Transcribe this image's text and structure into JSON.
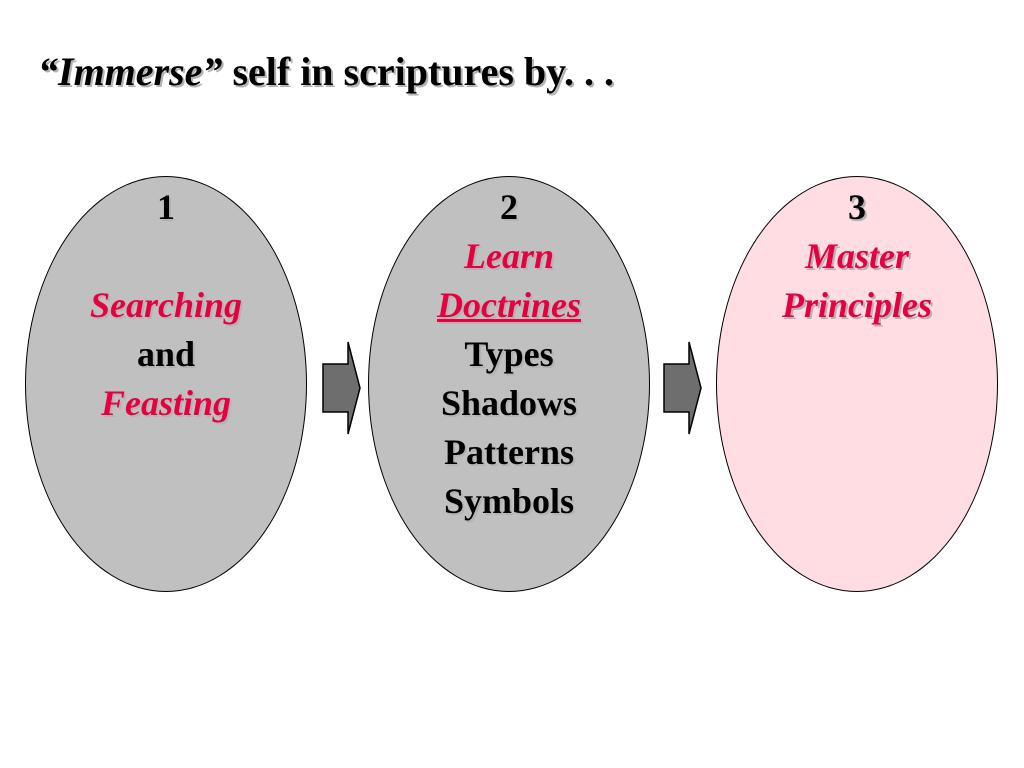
{
  "title": {
    "italic_part": "“Immerse”",
    "rest": " self in scriptures by. . ."
  },
  "colors": {
    "step_fill_gray": "#c0c0c0",
    "step_fill_pink": "#ffdde3",
    "accent_text": "#e6003f",
    "arrow_fill": "#6e6e6e"
  },
  "steps": [
    {
      "number": "1",
      "line1": "Searching",
      "line2": "and",
      "line3": "Feasting"
    },
    {
      "number": "2",
      "heading1": "Learn",
      "heading2": "Doctrines",
      "items": [
        "Types",
        "Shadows",
        "Patterns",
        "Symbols"
      ]
    },
    {
      "number": "3",
      "heading1": "Master",
      "heading2": "Principles"
    }
  ],
  "icons": {
    "arrow_1": "right-arrow-icon",
    "arrow_2": "right-arrow-icon"
  }
}
